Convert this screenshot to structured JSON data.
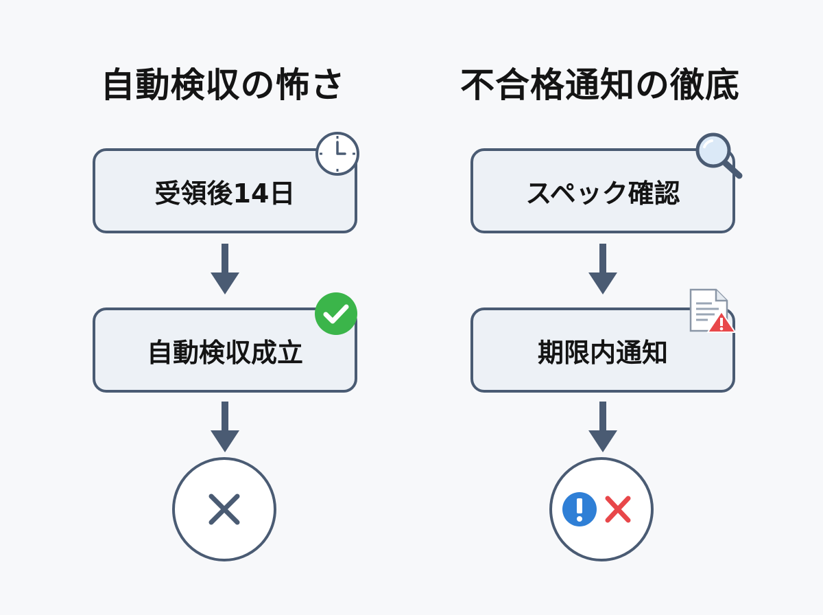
{
  "left_column": {
    "title": "自動検収の怖さ",
    "step1": {
      "label": "受領後14日",
      "icon": "clock-icon"
    },
    "step2": {
      "label": "自動検収成立",
      "icon": "checkmark-icon"
    },
    "result": {
      "icon": "cross-icon"
    }
  },
  "right_column": {
    "title": "不合格通知の徹底",
    "step1": {
      "label": "スペック確認",
      "icon": "magnifier-icon"
    },
    "step2": {
      "label": "期限内通知",
      "icon": "document-warning-icon"
    },
    "result": {
      "icons": [
        "exclamation-icon",
        "cross-icon"
      ]
    }
  },
  "colors": {
    "box_border": "#4a5b73",
    "box_fill": "#edf1f6",
    "arrow": "#4a5b73",
    "check_green": "#3bb54a",
    "exclamation_blue": "#2f7fd6",
    "cross_red": "#e8474a",
    "warning_red": "#e8474a"
  }
}
